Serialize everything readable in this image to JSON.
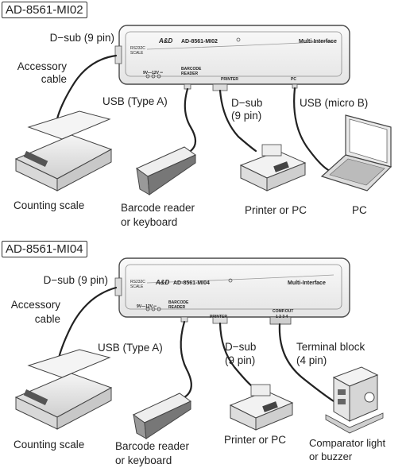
{
  "top": {
    "model": "AD-8561-MI02",
    "device": {
      "logo": "A&D",
      "model_text": "AD-8561-MI02",
      "title": "Multi-Interface",
      "port_dsub": "RS232C SCALE",
      "port_power": "9V—12V ═",
      "port_barcode": "BARCODE READER",
      "port_printer": "PRINTER",
      "port_pc": "PC"
    },
    "labels": {
      "dsub_left": "D−sub (9 pin)",
      "accessory": "Accessory\ncable",
      "usb_a": "USB (Type A)",
      "dsub_printer": "D−sub\n(9 pin)",
      "usb_micro": "USB (micro B)",
      "counting_scale": "Counting scale",
      "barcode": "Barcode reader\nor keyboard",
      "printer": "Printer or PC",
      "pc": "PC"
    }
  },
  "bottom": {
    "model": "AD-8561-MI04",
    "device": {
      "logo": "A&D",
      "model_text": "AD-8561-MI04",
      "title": "Multi-Interface",
      "port_dsub": "RS232C SCALE",
      "port_power": "9V—12V ═",
      "port_barcode": "BARCODE READER",
      "port_printer": "PRINTER",
      "port_comp": "COMP.OUT",
      "port_comp_pins": "1 2 3 4"
    },
    "labels": {
      "dsub_left": "D−sub (9 pin)",
      "accessory": "Accessory\ncable",
      "usb_a": "USB (Type A)",
      "dsub_printer": "D−sub\n(9 pin)",
      "terminal": "Terminal block\n(4 pin)",
      "counting_scale": "Counting scale",
      "barcode": "Barcode reader\nor keyboard",
      "printer": "Printer or PC",
      "comparator": "Comparator light\nor buzzer"
    }
  },
  "colors": {
    "line": "#333333",
    "device_fill": "#f2f2f2",
    "device_stroke": "#4a4a4a",
    "cable": "#222222"
  }
}
